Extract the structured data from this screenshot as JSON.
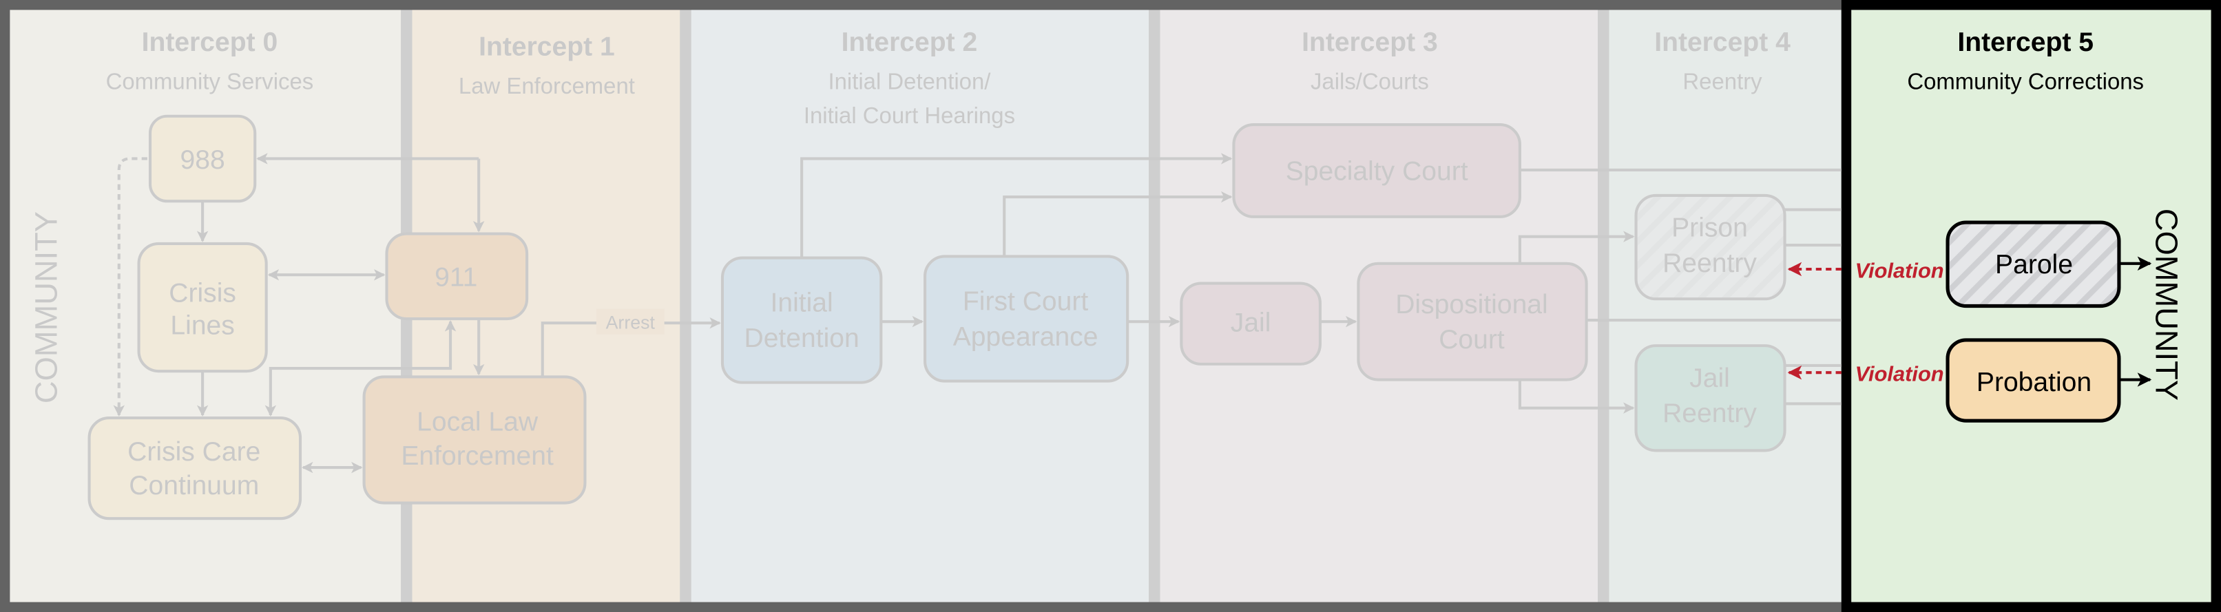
{
  "intercepts": [
    {
      "title": "Intercept 0",
      "subtitle": [
        "Community Services"
      ],
      "bg": "#efeee9"
    },
    {
      "title": "Intercept 1",
      "subtitle": [
        "Law Enforcement"
      ],
      "bg": "#f1e9dd"
    },
    {
      "title": "Intercept 2",
      "subtitle": [
        "Initial Detention/",
        "Initial Court Hearings"
      ],
      "bg": "#e7ebed"
    },
    {
      "title": "Intercept 3",
      "subtitle": [
        "Jails/Courts"
      ],
      "bg": "#ebe8e9"
    },
    {
      "title": "Intercept 4",
      "subtitle": [
        "Reentry"
      ],
      "bg": "#e6ebe9"
    },
    {
      "title": "Intercept 5",
      "subtitle": [
        "Community Corrections"
      ],
      "bg": "#e1f0dc"
    }
  ],
  "nodes": {
    "n988": [
      "988"
    ],
    "crisis_lines": [
      "Crisis",
      "Lines"
    ],
    "n911": [
      "911"
    ],
    "crisis_care": [
      "Crisis Care",
      "Continuum"
    ],
    "local_law": [
      "Local Law",
      "Enforcement"
    ],
    "initial_detention": [
      "Initial",
      "Detention"
    ],
    "first_court": [
      "First Court",
      "Appearance"
    ],
    "specialty_court": [
      "Specialty Court"
    ],
    "jail": [
      "Jail"
    ],
    "dispositional_court": [
      "Dispositional",
      "Court"
    ],
    "prison_reentry": [
      "Prison",
      "Reentry"
    ],
    "jail_reentry": [
      "Jail",
      "Reentry"
    ],
    "parole": [
      "Parole"
    ],
    "probation": [
      "Probation"
    ]
  },
  "edge_labels": {
    "arrest": "Arrest",
    "violation_parole": "Violation",
    "violation_probation": "Violation"
  },
  "side_labels": {
    "left": "COMMUNITY",
    "right": "COMMUNITY"
  },
  "colors": {
    "violation": "#c0202e",
    "highlight_border": "#000000",
    "probation_fill": "#f7dbb0"
  }
}
